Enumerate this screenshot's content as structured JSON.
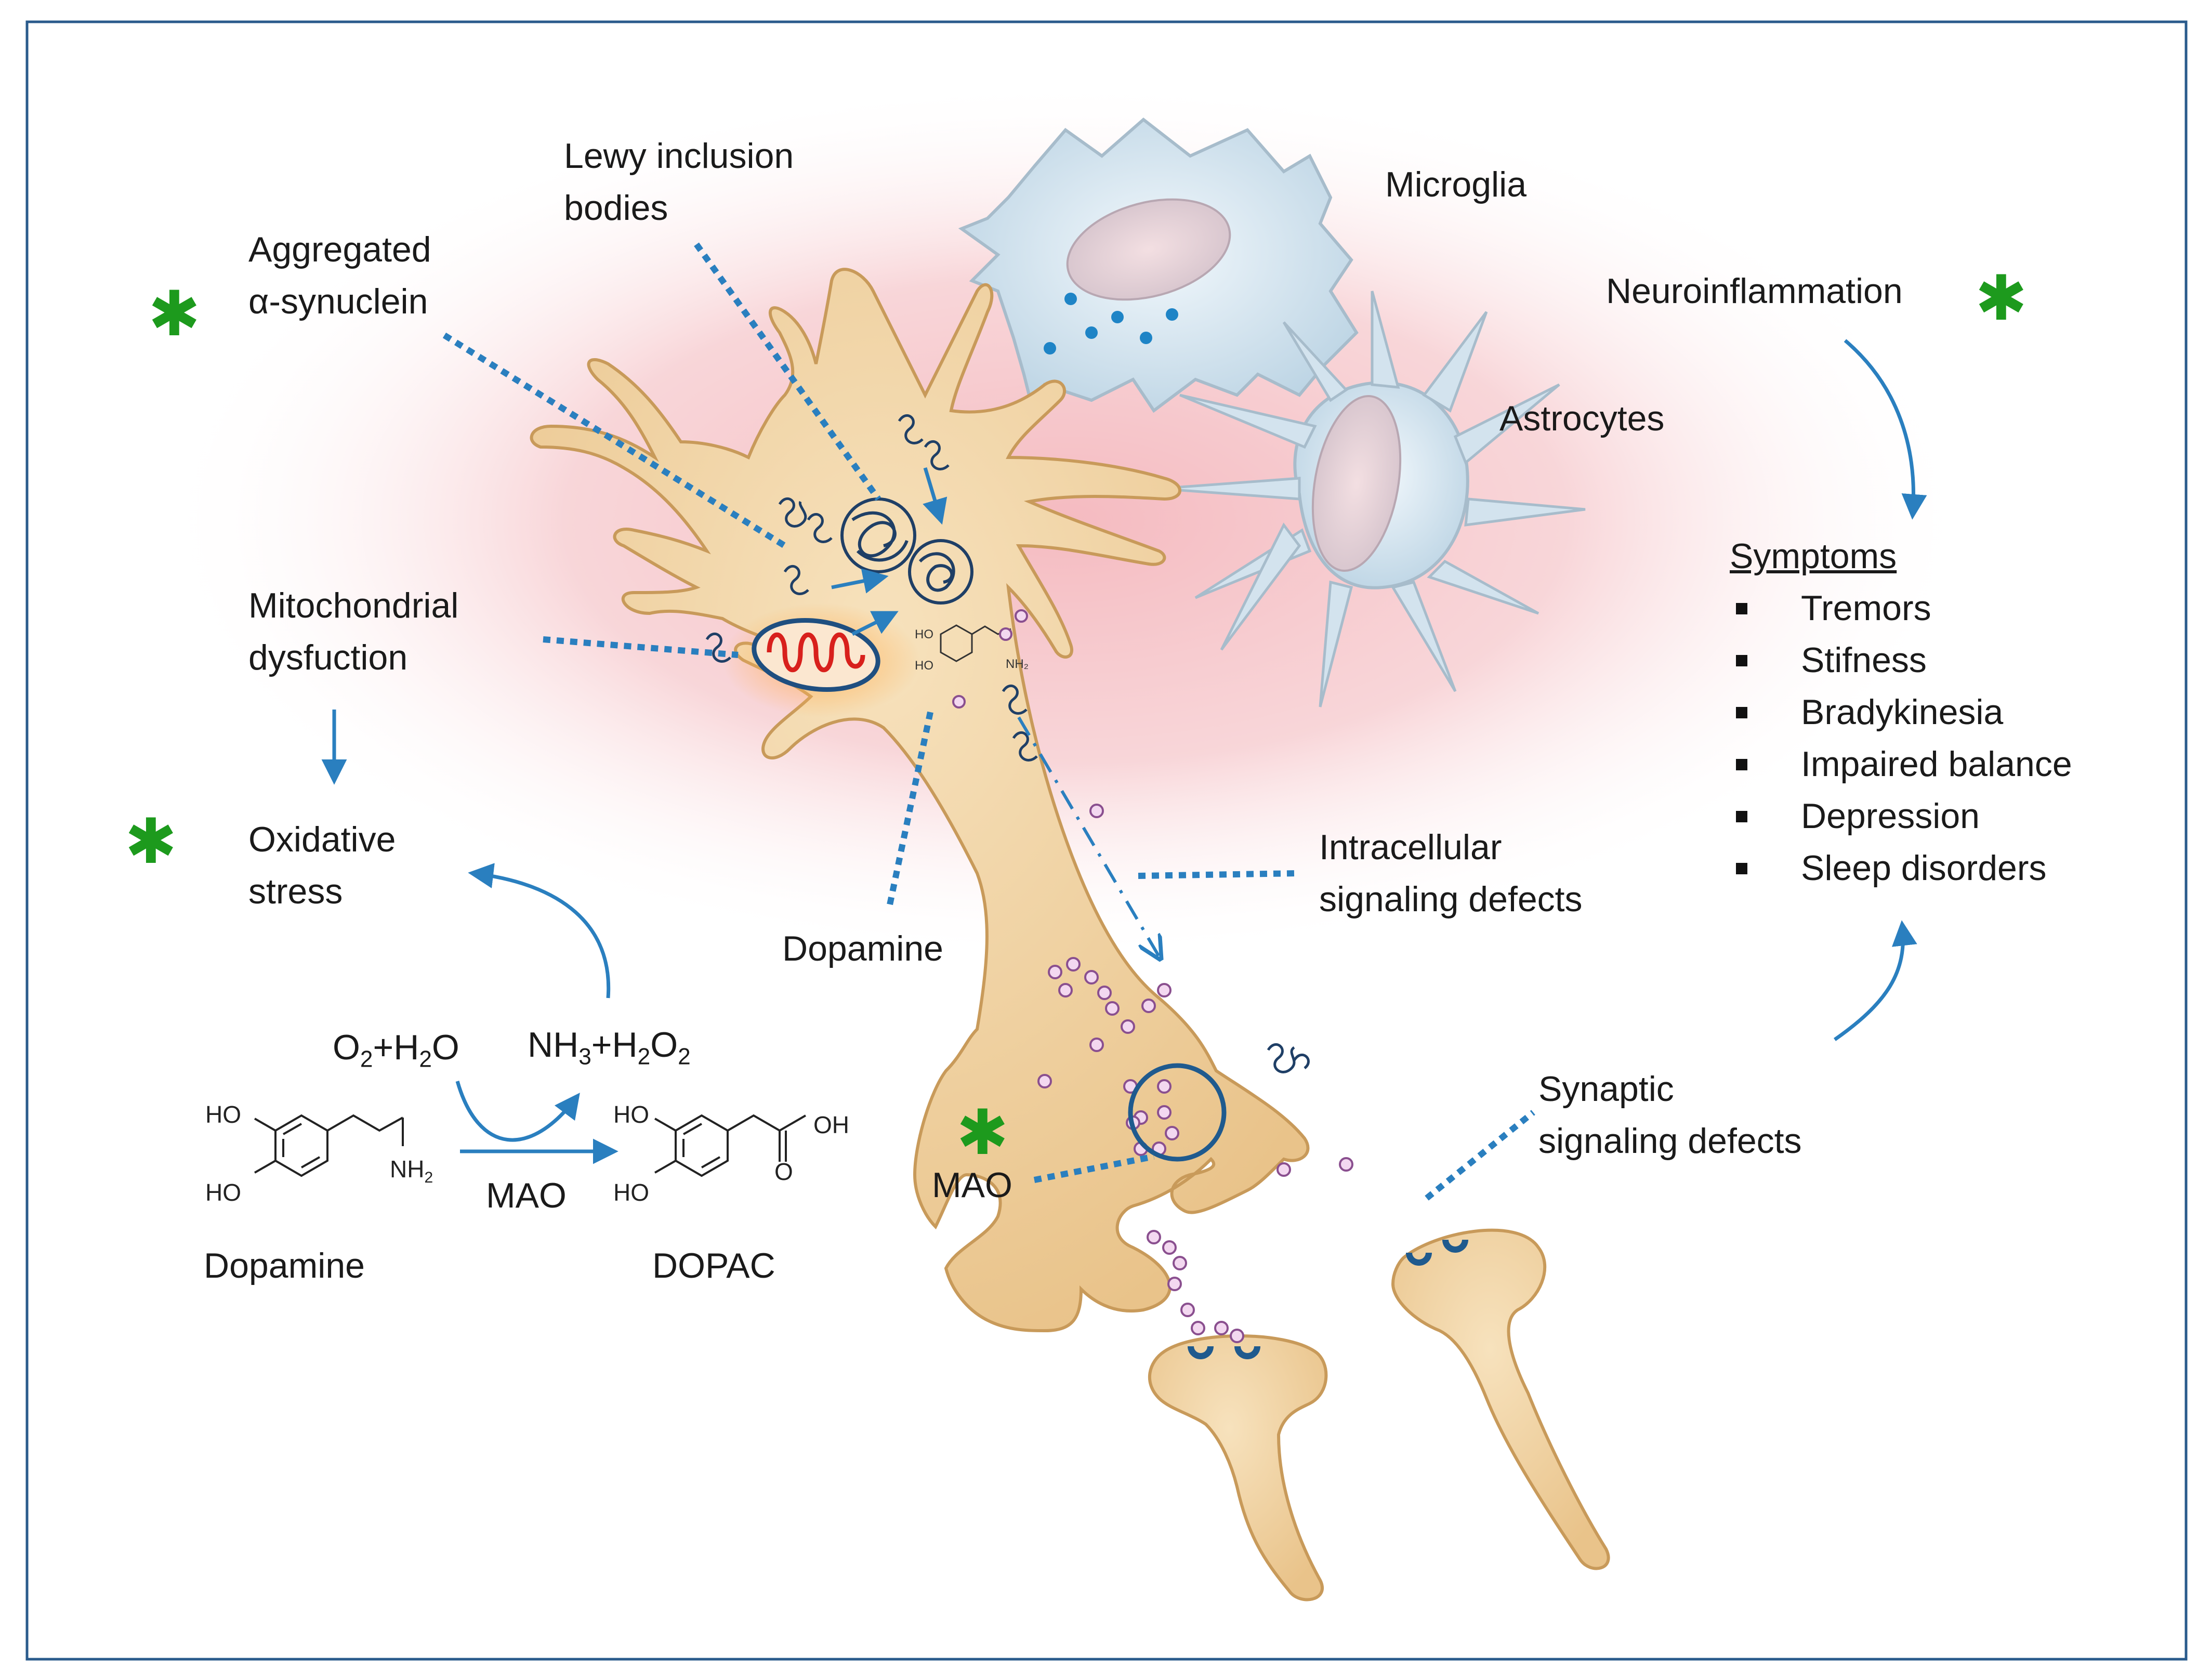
{
  "labels": {
    "lewy_line1": "Lewy inclusion",
    "lewy_line2": "bodies",
    "microglia": "Microglia",
    "aggregated_line1": "Aggregated",
    "aggregated_line2": "α-synuclein",
    "neuroinflammation": "Neuroinflammation",
    "astrocytes": "Astrocytes",
    "mito_line1": "Mitochondrial",
    "mito_line2": "dysfuction",
    "oxidative_line1": "Oxidative",
    "oxidative_line2": "stress",
    "intracellular_line1": "Intracellular",
    "intracellular_line2": "signaling defects",
    "dopamine_cell": "Dopamine",
    "synaptic_line1": "Synaptic",
    "synaptic_line2": "signaling defects",
    "mao_cell": "MAO",
    "mao_reaction": "MAO",
    "dopamine_struct": "Dopamine",
    "dopac": "DOPAC",
    "o2h2o_a": "O",
    "o2h2o_b": "2",
    "o2h2o_c": "+H",
    "o2h2o_d": "2",
    "o2h2o_e": "O",
    "nh3_a": "NH",
    "nh3_b": "3",
    "nh3_c": "+H",
    "nh3_d": "2",
    "nh3_e": "O",
    "nh3_f": "2",
    "star": "✱"
  },
  "chem": {
    "ho": "HO",
    "oh": "OH",
    "nh2": "NH",
    "nh2_sub": "2",
    "o": "O"
  },
  "symptoms": {
    "title": "Symptoms",
    "items": [
      "Tremors",
      "Stifness",
      "Bradykinesia",
      "Impaired balance",
      "Depression",
      "Sleep disorders"
    ]
  },
  "colors": {
    "frame": "#2a5b8c",
    "arrow": "#2a7fbf",
    "neuron_fill": "#f2d6a6",
    "neuron_stroke": "#c89a5a",
    "glia_fill": "#d8e8f2",
    "glia_stroke": "#9fb6c8",
    "aggregate": "#1f3f66",
    "mito_red": "#d8201c",
    "vesicle": "#f3d8f0",
    "vesicle_stroke": "#8a4f8f",
    "glow": "#f2b8bd",
    "star": "#1d9a1d"
  }
}
